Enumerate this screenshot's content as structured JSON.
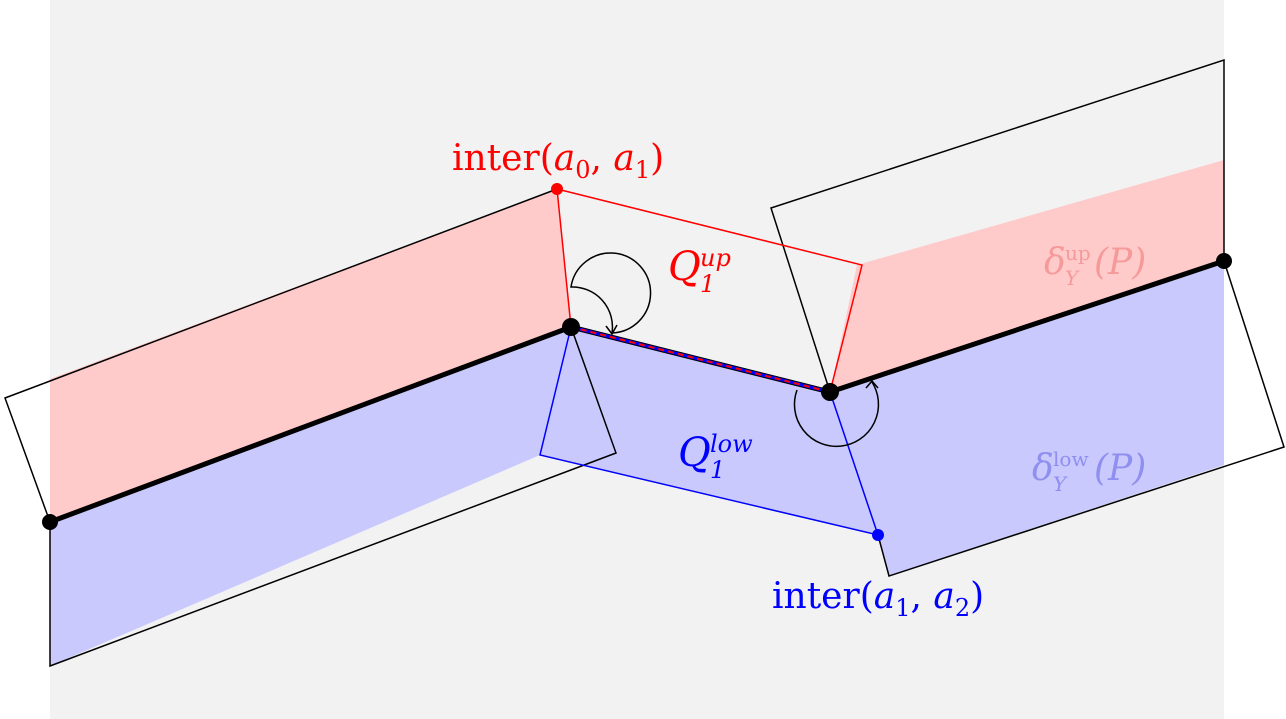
{
  "colors": {
    "background": "#f2f2f2",
    "upper_fill": "#ffcaca",
    "lower_fill": "#c9c9fd",
    "upper_line": "#ff0000",
    "lower_line": "#0000ff",
    "upper_label_faded": "#f59a9a",
    "lower_label_faded": "#8f8ff0",
    "path": "#000000"
  },
  "labels": {
    "inter_word": "inter",
    "inter_01_args": "a",
    "inter_01_sub_a": "0",
    "inter_01_mid": "a",
    "inter_01_sub_b": "1",
    "inter_12_args": "a",
    "inter_12_sub_a": "1",
    "inter_12_mid": "a",
    "inter_12_sub_b": "2",
    "q_symbol": "Q",
    "q_index": "1",
    "q_up_sup": "up",
    "q_low_sup": "low",
    "delta_symbol": "δ",
    "delta_sub": "Y",
    "delta_up_sup": "up",
    "delta_low_sup": "low",
    "delta_arg": "(P)",
    "open_paren": "(",
    "comma": ", ",
    "close_paren": ")"
  },
  "icons": {
    "vertex_marker": "filled-circle",
    "angle_arc": "circular-arrow-arc"
  }
}
